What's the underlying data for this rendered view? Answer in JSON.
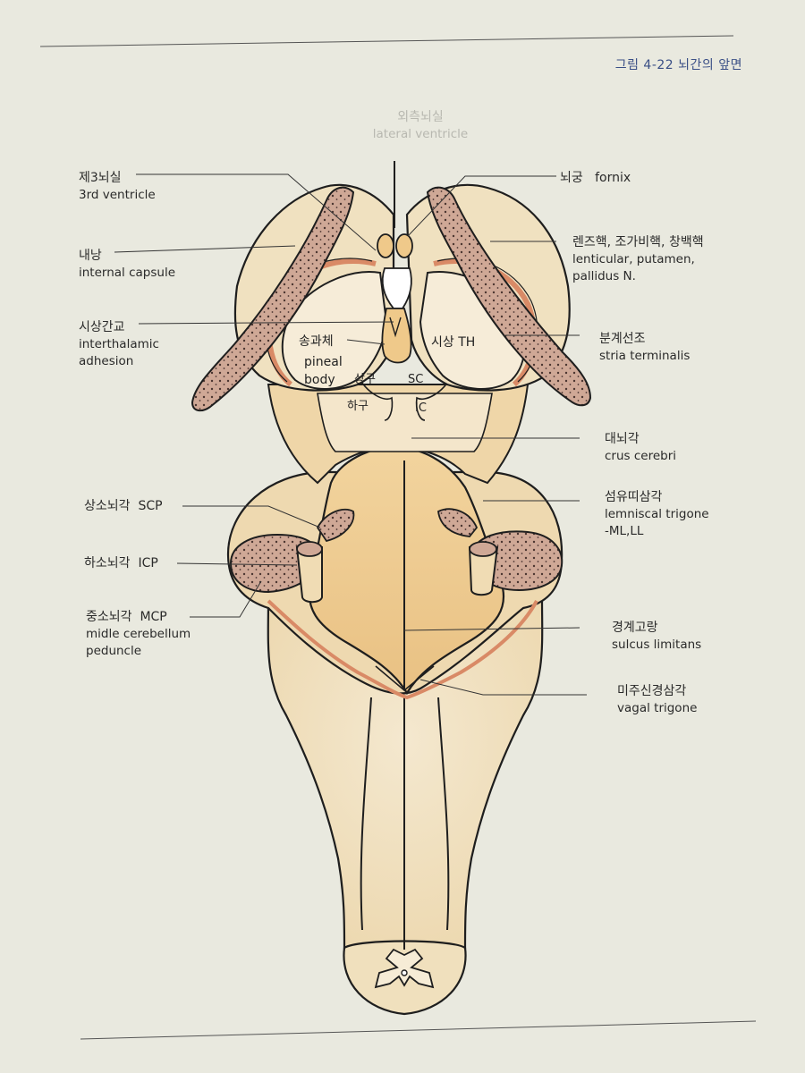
{
  "figure": {
    "title": "그림 4-22 뇌간의 앞면"
  },
  "labels": {
    "lateral_ventricle": {
      "ko": "외측뇌실",
      "en": "lateral ventricle"
    },
    "third_ventricle": {
      "ko": "제3뇌실",
      "en": "3rd ventricle"
    },
    "internal_capsule": {
      "ko": "내낭",
      "en": "internal capsule"
    },
    "interthalamic": {
      "ko": "시상간교",
      "en1": "interthalamic",
      "en2": "adhesion"
    },
    "scp": {
      "ko": "상소뇌각",
      "abbr": "SCP"
    },
    "icp": {
      "ko": "하소뇌각",
      "abbr": "ICP"
    },
    "mcp": {
      "ko": "중소뇌각",
      "abbr": "MCP",
      "en1": "midle cerebellum",
      "en2": "peduncle"
    },
    "fornix": {
      "ko": "뇌궁",
      "en": "fornix"
    },
    "lenticular": {
      "ko": "렌즈핵, 조가비핵, 창백핵",
      "en1": "lenticular, putamen,",
      "en2": "pallidus N."
    },
    "stria": {
      "ko": "분계선조",
      "en": "stria terminalis"
    },
    "crus": {
      "ko": "대뇌각",
      "en": "crus cerebri"
    },
    "lemniscal": {
      "ko": "섬유띠삼각",
      "en1": "lemniscal trigone",
      "en2": "-ML,LL"
    },
    "sulcus": {
      "ko": "경계고랑",
      "en": "sulcus limitans"
    },
    "vagal": {
      "ko": "미주신경삼각",
      "en": "vagal trigone"
    }
  },
  "inner_labels": {
    "pineal_ko": "송과체",
    "pineal_en1": "pineal",
    "pineal_en2": "body",
    "thalamus": "시상  TH",
    "sc_ko": "상구",
    "sc": "SC",
    "ic_ko": "하구",
    "ic": "IC"
  },
  "colors": {
    "paper": "#e9e9df",
    "tissue_light": "#f1e3c4",
    "tissue_mid": "#eacf9c",
    "tissue_dark": "#e3b977",
    "stria_band": "#d98a66",
    "stippled": "#c9a08a",
    "outline": "#1e1e1e",
    "title_blue": "#3a4f86"
  }
}
